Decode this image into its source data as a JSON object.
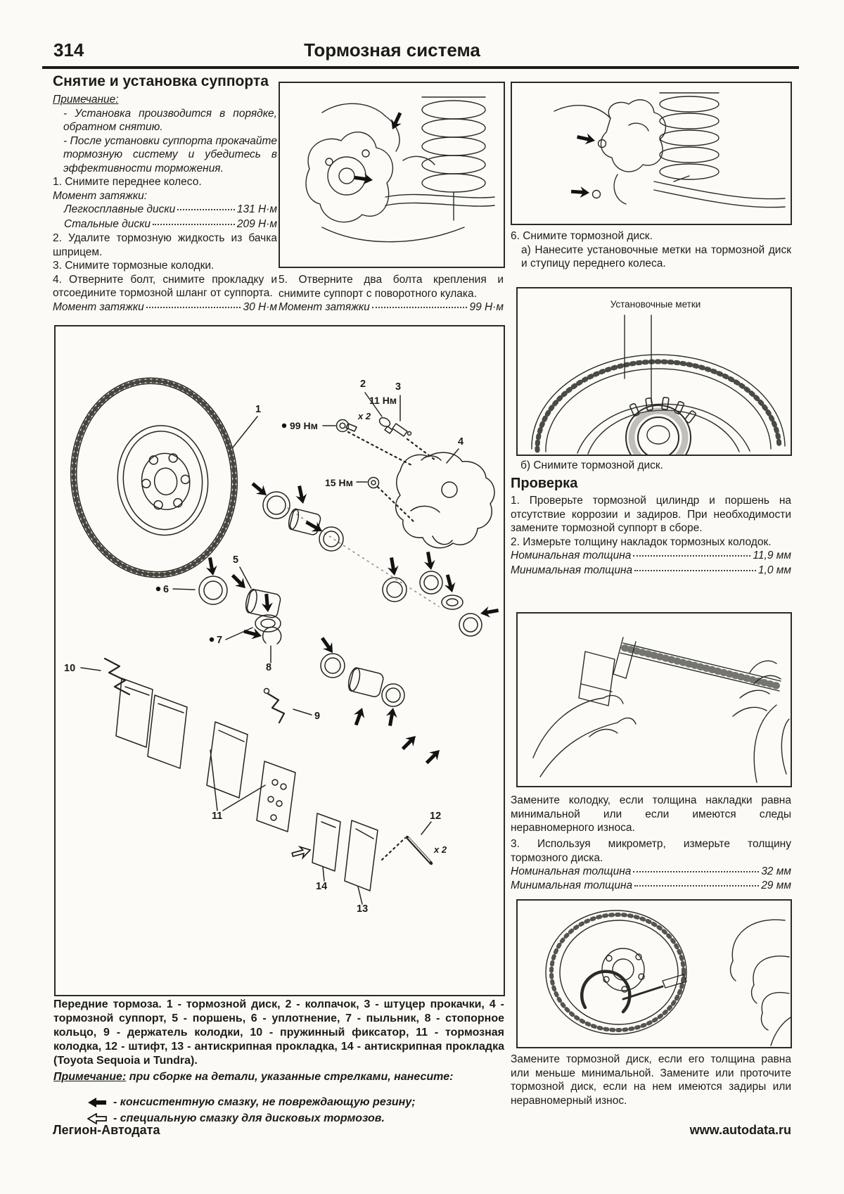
{
  "header": {
    "page_number": "314",
    "title": "Тормозная система"
  },
  "left_col": {
    "heading": "Снятие и установка суппорта",
    "note_label": "Примечание:",
    "note1": "- Установка производится в порядке, обратном снятию.",
    "note2": "- После установки суппорта прокачайте тормозную систему и убедитесь в эффективности торможения.",
    "step1": "1. Снимите переднее колесо.",
    "torque_label": "Момент затяжки:",
    "spec_alloy": {
      "label": "Легкосплавные диски",
      "value": "131 Н·м"
    },
    "spec_steel": {
      "label": "Стальные диски",
      "value": "209 Н·м"
    },
    "step2": "2. Удалите тормозную жидкость из бачка шприцем.",
    "step3": "3. Снимите тормозные колодки.",
    "step4": "4. Отверните болт, снимите прокладку и отсоедините тормозной шланг от суппорта.",
    "spec_hose": {
      "label": "Момент затяжки",
      "value": "30 Н·м"
    }
  },
  "fig_caliper": {
    "caption": "5. Отверните два болта крепления и снимите суппорт с поворотного кулака.",
    "spec": {
      "label": "Момент затяжки",
      "value": "99 Н·м"
    }
  },
  "right_col": {
    "step6": "6. Снимите тормозной диск.",
    "step6a": "а) Нанесите установочные метки на тормозной диск и ступицу переднего колеса.",
    "fig_marks_label": "Установочные метки",
    "step6b": "б) Снимите тормозной диск.",
    "check_heading": "Проверка",
    "check1": "1. Проверьте тормозной цилиндр и поршень на отсутствие коррозии и задиров. При необходимости замените тормозной суппорт в сборе.",
    "check2": "2. Измерьте толщину накладок тормозных колодок.",
    "pad_nominal": {
      "label": "Номинальная толщина",
      "value": "11,9 мм"
    },
    "pad_minimal": {
      "label": "Минимальная толщина",
      "value": "1,0 мм"
    },
    "pad_note": "Замените колодку, если толщина накладки равна минимальной или если имеются следы неравномерного износа.",
    "check3": "3. Используя микрометр, измерьте толщину тормозного диска.",
    "disc_nominal": {
      "label": "Номинальная толщина",
      "value": "32 мм"
    },
    "disc_minimal": {
      "label": "Минимальная толщина",
      "value": "29 мм"
    },
    "disc_note": "Замените тормозной диск, если его толщина равна или меньше минимальной. Замените или проточите тормозной диск, если на нем имеются задиры или неравномерный износ."
  },
  "diagram": {
    "labels": {
      "n1": "1",
      "n2": "2",
      "n3": "3",
      "n4": "4",
      "n5": "5",
      "n6": "6",
      "n7": "7",
      "n8": "8",
      "n9": "9",
      "n10": "10",
      "n11": "11",
      "n12": "12",
      "n13": "13",
      "n14": "14"
    },
    "torques": {
      "t99": "99 Нм",
      "t11": "11 Нм",
      "t15": "15 Нм"
    },
    "mult": {
      "a": "x 2",
      "b": "x 2"
    }
  },
  "caption": {
    "parts": "Передние тормоза. 1 - тормозной диск, 2 - колпачок, 3 - штуцер прокачки, 4 - тормозной суппорт, 5 - поршень, 6 - уплотнение, 7 - пыльник, 8 - стопорное кольцо, 9 - держатель колодки, 10 - пружинный фиксатор, 11 - тормозная колодка, 12 - штифт, 13 - антискрипная прокладка, 14 - антискрипная прокладка (Toyota Sequoia и Tundra).",
    "note_label": "Примечание:",
    "note_rest": " при сборке на детали, указанные стрелками, нанесите:",
    "legend1": "- консистентную смазку, не повреждающую резину;",
    "legend2": "- специальную смазку для дисковых тормозов."
  },
  "footer": {
    "publisher": "Легион-Автодата",
    "site": "www.autodata.ru"
  }
}
